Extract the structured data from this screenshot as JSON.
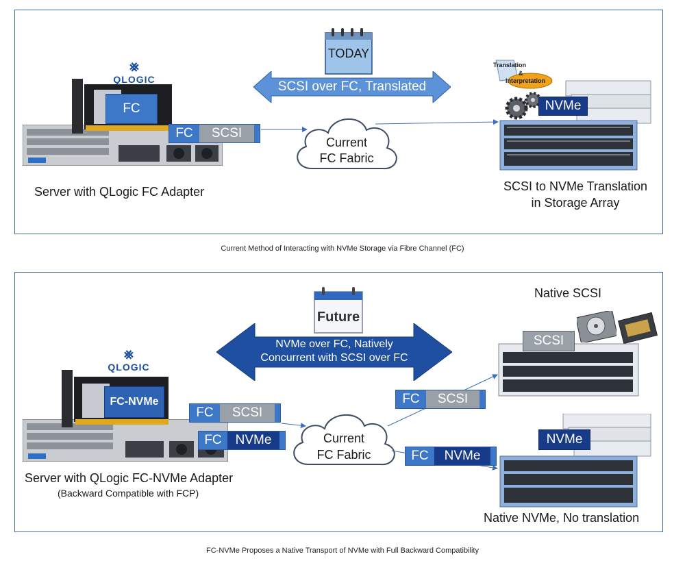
{
  "top": {
    "brand": "QLOGIC",
    "card_label": "FC",
    "packet": {
      "fc": "FC",
      "payload": "SCSI"
    },
    "calendar_label": "TODAY",
    "arrow_text": "SCSI over FC, Translated",
    "fabric_line1": "Current",
    "fabric_line2": "FC Fabric",
    "storage_tag": "NVMe",
    "bubble_line1": "Translation",
    "bubble_line2": "&",
    "bubble_line3": "Interpretation",
    "server_label": "Server with QLogic FC Adapter",
    "array_line1": "SCSI to NVMe Translation",
    "array_line2": "in Storage Array",
    "caption": "Current Method of Interacting with NVMe Storage via Fibre Channel (FC)"
  },
  "bottom": {
    "brand": "QLOGIC",
    "card_label": "FC-NVMe",
    "calendar_label": "Future",
    "arrow_line1": "NVMe over FC, Natively",
    "arrow_line2": "Concurrent with SCSI over FC",
    "packet_scsi": {
      "fc": "FC",
      "payload": "SCSI"
    },
    "packet_nvme": {
      "fc": "FC",
      "payload": "NVMe"
    },
    "packet_scsi_right": {
      "fc": "FC",
      "payload": "SCSI"
    },
    "packet_nvme_right": {
      "fc": "FC",
      "payload": "NVMe"
    },
    "fabric_line1": "Current",
    "fabric_line2": "FC Fabric",
    "native_scsi_label": "Native SCSI",
    "scsi_tag": "SCSI",
    "nvme_tag": "NVMe",
    "server_label": "Server with QLogic FC-NVMe Adapter",
    "server_sublabel": "(Backward Compatible with FCP)",
    "native_nvme_label": "Native NVMe, No translation",
    "caption": "FC-NVMe Proposes a Native Transport of NVMe with Full Backward Compatibility"
  },
  "colors": {
    "frame": "#3a6aa8",
    "fc_blue": "#3d78c8",
    "nvme_navy": "#173b88",
    "scsi_grey": "#9aa0a8",
    "arrow_light": "#5b92d8",
    "arrow_dark": "#1f4fa0"
  }
}
